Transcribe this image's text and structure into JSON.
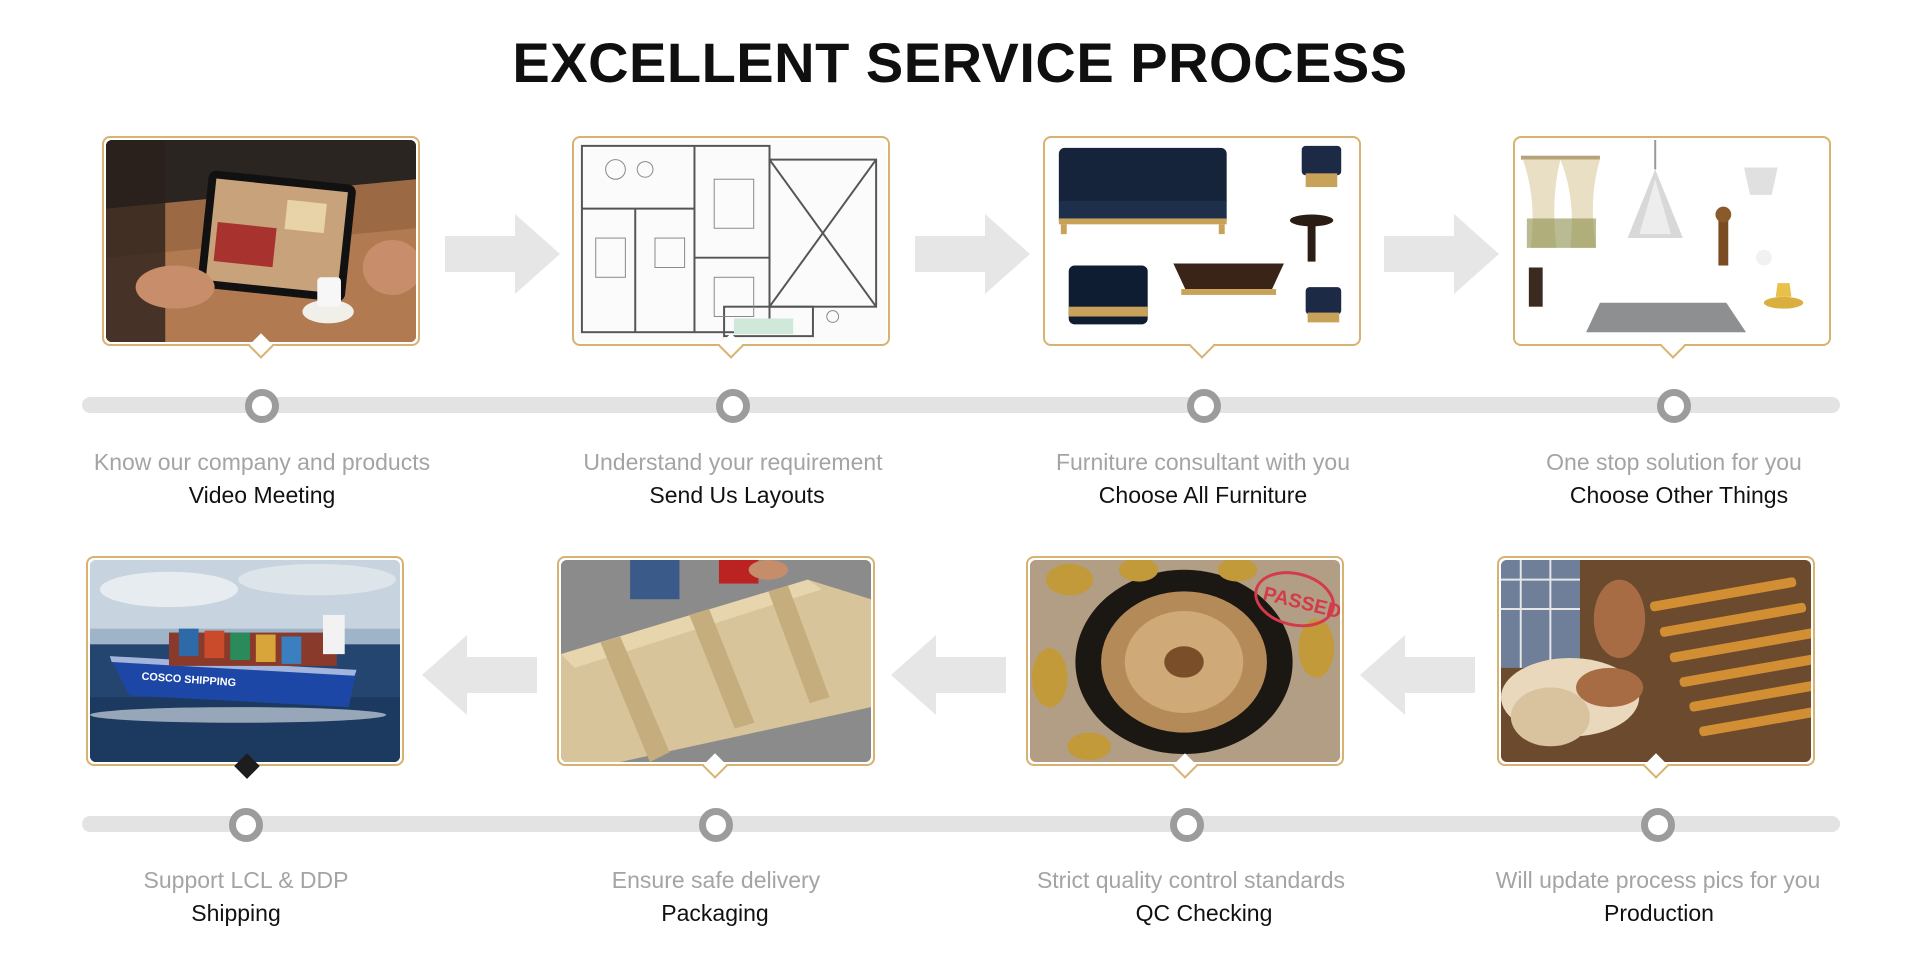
{
  "page": {
    "title": "EXCELLENT SERVICE PROCESS",
    "accent_color": "#d7b271",
    "timeline_color": "#e3e3e3",
    "node_color": "#9c9c9c",
    "arrow_color": "#e6e6e6"
  },
  "steps": [
    {
      "subtitle": "Know our company and products",
      "label": "Video Meeting",
      "image": "tablet-video-call-photo"
    },
    {
      "subtitle": "Understand your requirement",
      "label": "Send Us Layouts",
      "image": "floor-plan-drawing"
    },
    {
      "subtitle": "Furniture consultant with you",
      "label": "Choose All Furniture",
      "image": "furniture-collection-photo"
    },
    {
      "subtitle": "One stop solution for you",
      "label": "Choose Other Things",
      "image": "curtains-chandelier-rug-photo"
    },
    {
      "subtitle": "Will update process pics for you",
      "label": "Production",
      "image": "wood-carving-photo"
    },
    {
      "subtitle": "Strict quality control standards",
      "label": "QC Checking",
      "image": "carved-table-qc-photo"
    },
    {
      "subtitle": "Ensure safe delivery",
      "label": "Packaging",
      "image": "wooden-crate-photo"
    },
    {
      "subtitle": "Support LCL & DDP",
      "label": "Shipping",
      "image": "cargo-ship-photo"
    }
  ],
  "stamp_text": "PASSED",
  "ship_text": "COSCO SHIPPING"
}
